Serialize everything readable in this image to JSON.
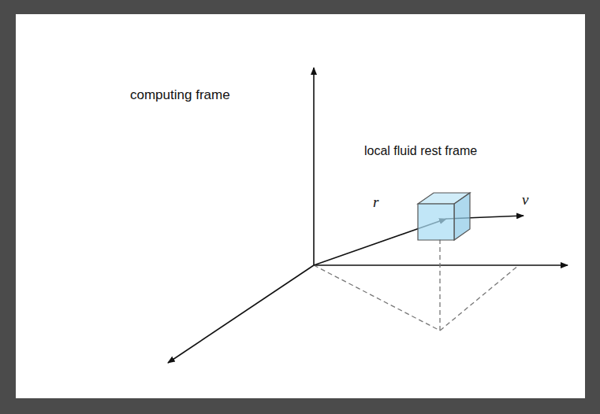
{
  "diagram": {
    "nodes": [
      {
        "text": [
          "local fluid rest frame"
        ]
      }
    ],
    "labels": [
      "computing frame",
      "r⃗",
      "v⃗"
    ]
  }
}
